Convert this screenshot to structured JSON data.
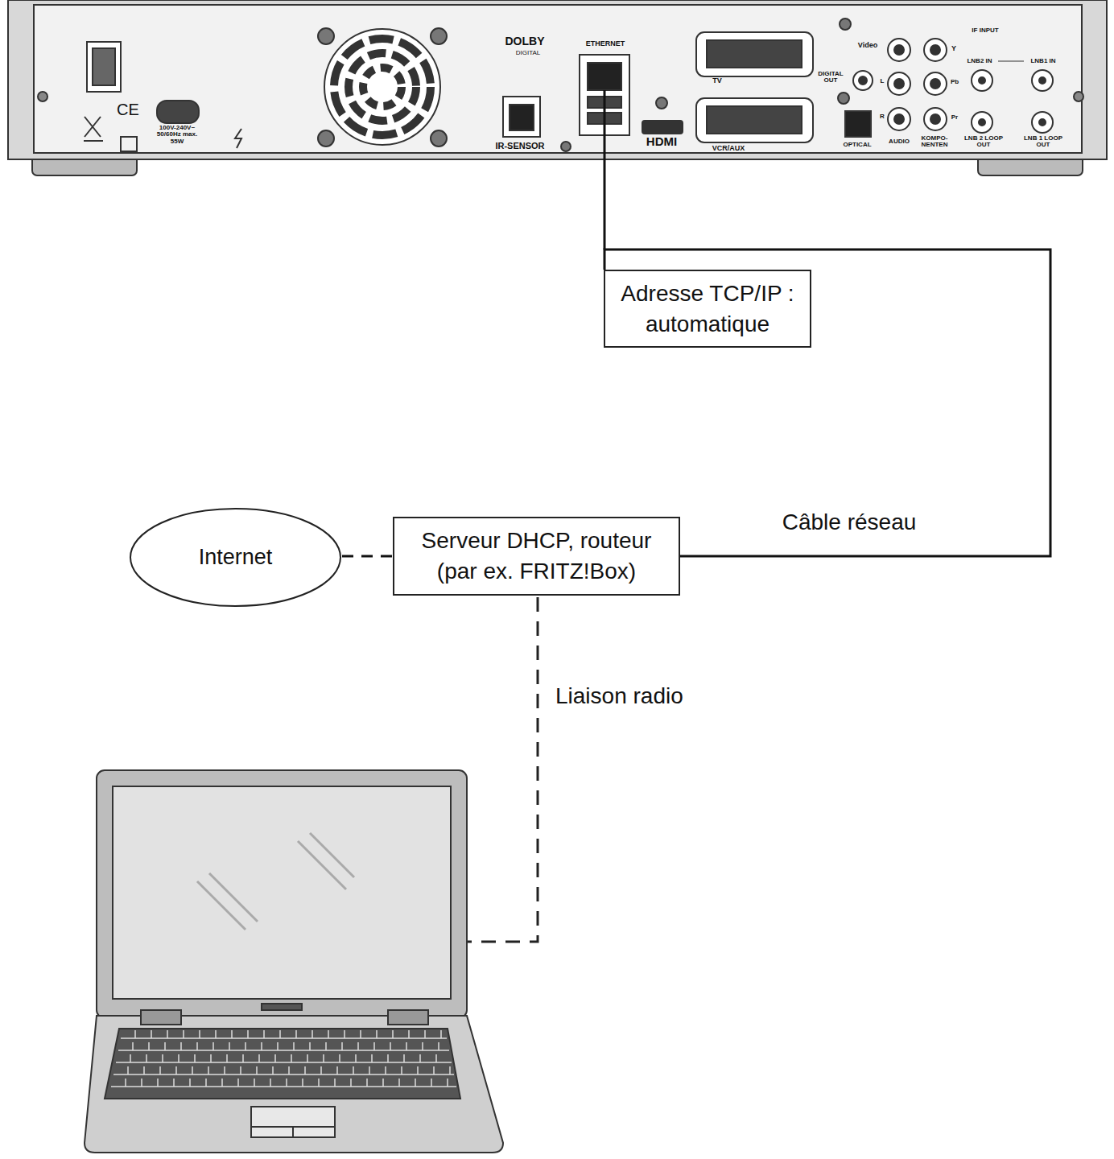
{
  "diagram": {
    "nodes": [
      {
        "text": [
          "Adresse TCP/IP : automatique"
        ]
      },
      {
        "text": [
          "Internet"
        ]
      },
      {
        "text": [
          "Serveur DHCP, routeur (par ex. FRITZ!Box)"
        ]
      }
    ],
    "edges": [
      {
        "from": 1,
        "to": 2,
        "arrow": "none"
      },
      {
        "from": 0,
        "to": 2,
        "arrow": "none",
        "label": "Câble réseau"
      }
    ],
    "labels": [
      "DOLBY",
      "DIGITAL",
      "ETHERNET",
      "IR-SENSOR",
      "HDMI",
      "TV",
      "VCR/AUX",
      "Video",
      "DIGITAL OUT",
      "OPTICAL",
      "AUDIO",
      "KOMPO- NENTEN",
      "IF INPUT",
      "LNB2 IN",
      "LNB1 IN",
      "LNB 2 LOOP OUT",
      "LNB 1 LOOP OUT",
      "100V-240V~ 50/60Hz max. 55W",
      "CE",
      "Y",
      "Pb",
      "Pr",
      "L",
      "R",
      "Liaison radio"
    ]
  }
}
